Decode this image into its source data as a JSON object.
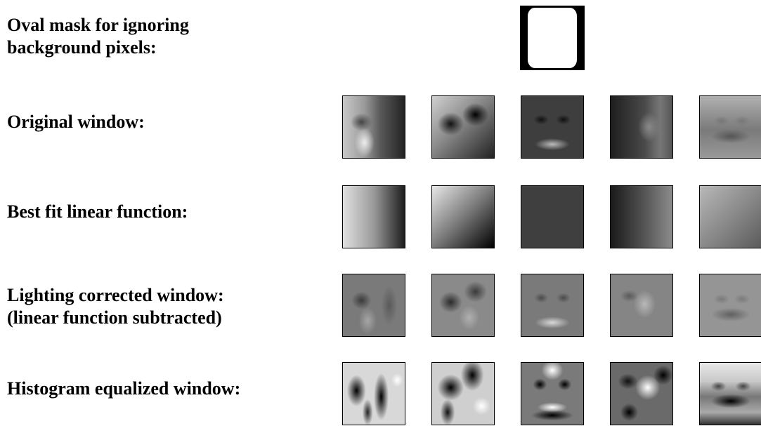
{
  "labels": {
    "mask": [
      "Oval mask for ignoring",
      "background pixels:"
    ],
    "original": "Original window:",
    "linear": "Best fit linear function:",
    "corrected": [
      "Lighting corrected window:",
      "(linear function subtracted)"
    ],
    "equalized": "Histogram equalized window:"
  }
}
